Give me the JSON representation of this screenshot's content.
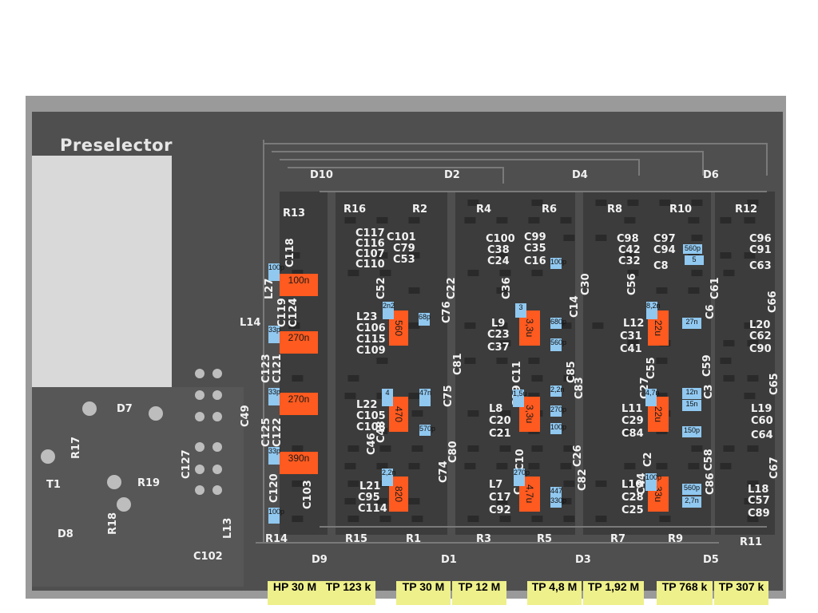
{
  "board": {
    "title": "Preselector",
    "refs": [
      "D10",
      "D2",
      "D4",
      "D6",
      "R13",
      "R16",
      "R2",
      "R4",
      "R6",
      "R8",
      "R10",
      "R12",
      "C117",
      "C116",
      "C107",
      "C110",
      "C101",
      "C79",
      "C53",
      "C100",
      "C38",
      "C24",
      "C99",
      "C35",
      "C16",
      "C98",
      "C42",
      "C32",
      "C97",
      "C94",
      "C8",
      "C96",
      "C91",
      "C63",
      "L27",
      "C118",
      "L14",
      "C119",
      "C124",
      "C52",
      "L23",
      "C106",
      "C115",
      "C109",
      "C76",
      "C22",
      "C36",
      "L9",
      "C23",
      "C37",
      "C14",
      "C30",
      "C56",
      "L12",
      "C31",
      "C41",
      "C61",
      "C6",
      "C66",
      "L20",
      "C62",
      "C90",
      "C123",
      "C121",
      "C125",
      "C122",
      "C49",
      "L22",
      "C105",
      "C108",
      "C75",
      "C81",
      "C11",
      "C19",
      "L8",
      "C20",
      "C21",
      "C85",
      "C83",
      "C55",
      "C27",
      "L11",
      "C29",
      "C84",
      "C59",
      "C3",
      "C65",
      "L19",
      "C60",
      "C64",
      "C127",
      "C120",
      "C103",
      "C46",
      "C48",
      "L21",
      "C95",
      "C114",
      "C74",
      "C80",
      "C10",
      "C18",
      "L7",
      "C17",
      "C92",
      "C26",
      "C82",
      "C2",
      "C44",
      "L10",
      "C28",
      "C25",
      "C58",
      "C86",
      "C67",
      "L18",
      "C57",
      "C89",
      "D7",
      "R17",
      "R19",
      "T1",
      "R18",
      "D8",
      "L13",
      "C102",
      "R14",
      "R15",
      "R1",
      "R3",
      "R5",
      "R7",
      "R9",
      "R11",
      "D9",
      "D1",
      "D3",
      "D5"
    ]
  },
  "inductors": [
    "100n",
    "270n",
    "270n",
    "390n",
    "560",
    "470",
    "820",
    "3,3u",
    "3,3u",
    "4,7u",
    "22u",
    "22u",
    "33u"
  ],
  "capacitors": [
    "100p",
    "33p",
    "33p",
    "33p",
    "100p",
    "2n2",
    "68p",
    "100p",
    "680p",
    "3",
    "47n",
    "4",
    "2,2n",
    "270p",
    "1,5u",
    "560p",
    "570p",
    "100p",
    "2,2n",
    "270p",
    "447",
    "330p",
    "8,2n",
    "27n",
    "560p",
    "5",
    "4,7n",
    "100p",
    "12n",
    "15n",
    "150p",
    "560p",
    "2,7n"
  ],
  "filters": [
    "HP 30 M",
    "TP 123 k",
    "TP 30 M",
    "TP 12 M",
    "TP 4,8 M",
    "TP 1,92 M",
    "TP 768 k",
    "TP 307 k"
  ],
  "colors": {
    "inductor": "#ff5a1f",
    "capacitor": "#90c8f0",
    "filter": "#eef08c",
    "board": "#4a4a4a"
  }
}
